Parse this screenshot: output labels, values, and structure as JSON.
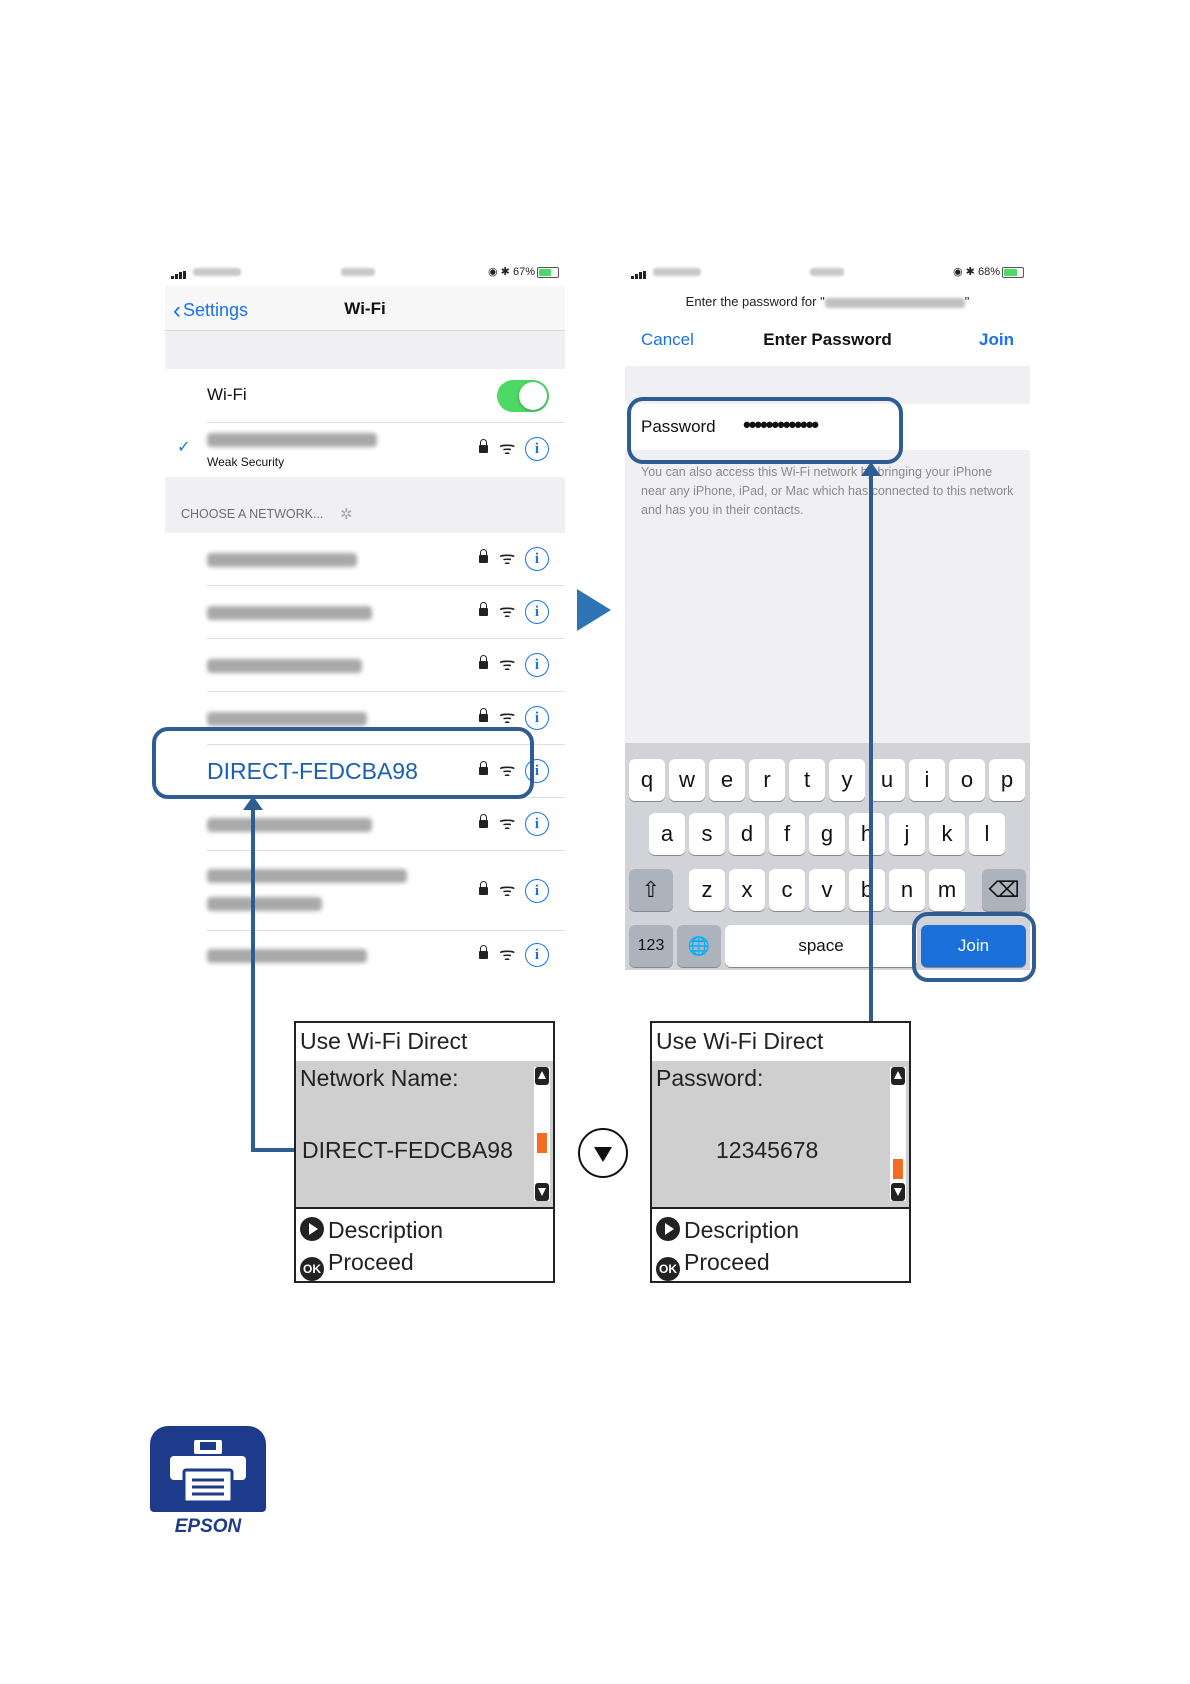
{
  "left_screen": {
    "back_label": "Settings",
    "nav_title": "Wi-Fi",
    "wifi_row_label": "Wi-Fi",
    "wifi_enabled": true,
    "connected_sublabel": "Weak Security",
    "section_header": "CHOOSE A NETWORK...",
    "highlighted_network": "DIRECT-FEDCBA98",
    "status_battery": "67%"
  },
  "right_screen": {
    "prompt_prefix": "Enter the password for \"",
    "prompt_suffix": "\"",
    "cancel_label": "Cancel",
    "title": "Enter Password",
    "join_top_label": "Join",
    "password_label": "Password",
    "password_value": "•••••••••••••",
    "hint_text": "You can also access this Wi-Fi network by bringing your iPhone near any iPhone, iPad, or Mac which has connected to this network and has you in their contacts.",
    "status_battery": "68%",
    "keyboard": {
      "row1": [
        "q",
        "w",
        "e",
        "r",
        "t",
        "y",
        "u",
        "i",
        "o",
        "p"
      ],
      "row2": [
        "a",
        "s",
        "d",
        "f",
        "g",
        "h",
        "j",
        "k",
        "l"
      ],
      "row3": [
        "z",
        "x",
        "c",
        "v",
        "b",
        "n",
        "m"
      ],
      "shift_symbol": "⇧",
      "delete_symbol": "⌫",
      "numbers_label": "123",
      "globe_symbol": "🌐",
      "space_label": "space",
      "join_label": "Join"
    }
  },
  "printer_left": {
    "header": "Use Wi-Fi Direct",
    "label": "Network Name:",
    "value": "DIRECT-FEDCBA98",
    "opt_description": "Description",
    "opt_proceed": "Proceed",
    "ok_badge": "OK"
  },
  "printer_right": {
    "header": "Use Wi-Fi Direct",
    "label": "Password:",
    "value": "12345678",
    "opt_description": "Description",
    "opt_proceed": "Proceed",
    "ok_badge": "OK"
  },
  "app_icon": {
    "brand": "EPSON"
  },
  "colors": {
    "ios_blue": "#1a73e8",
    "highlight_frame": "#2f5d93",
    "next_arrow": "#2e74b5",
    "toggle_green": "#4cd964",
    "scroll_thumb": "#f26c21",
    "epson_blue": "#1e3a8a"
  }
}
